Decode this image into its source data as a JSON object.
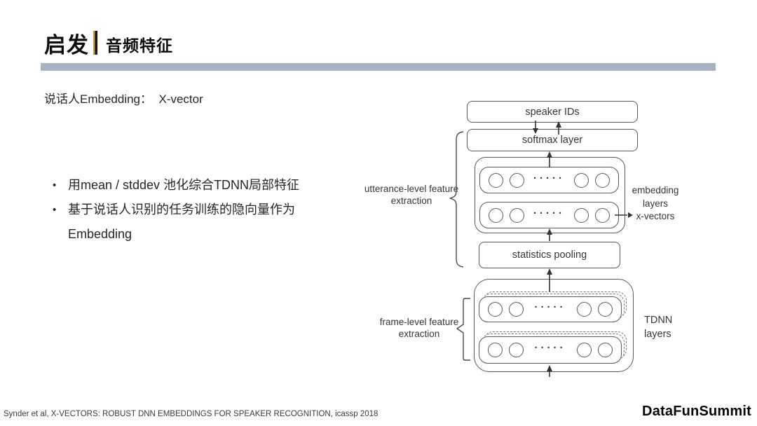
{
  "slide": {
    "title_main": "启发",
    "title_sub": "音频特征",
    "subtitle": "说话人Embedding：  X-vector",
    "bullets": [
      "用mean / stddev 池化综合TDNN局部特征",
      "基于说话人识别的任务训练的隐向量作为 Embedding"
    ]
  },
  "diagram": {
    "speaker_ids": "speaker IDs",
    "softmax": "softmax layer",
    "statistics_pooling": "statistics pooling",
    "embedding_layers": "embedding layers",
    "x_vectors": "x-vectors",
    "tdnn_layers": "TDNN layers",
    "utterance_label": "utterance-level feature extraction",
    "frame_label": "frame-level feature extraction",
    "dots": "·····"
  },
  "footer": {
    "citation": "Synder et al, X-VECTORS: ROBUST DNN EMBEDDINGS FOR SPEAKER RECOGNITION, icassp 2018",
    "logo": "DataFunSummit"
  },
  "colors": {
    "accent_bar": "#a9b2c1",
    "separator_orange": "#d9952f",
    "separator_dark": "#15151f",
    "diagram_stroke": "#595959"
  }
}
